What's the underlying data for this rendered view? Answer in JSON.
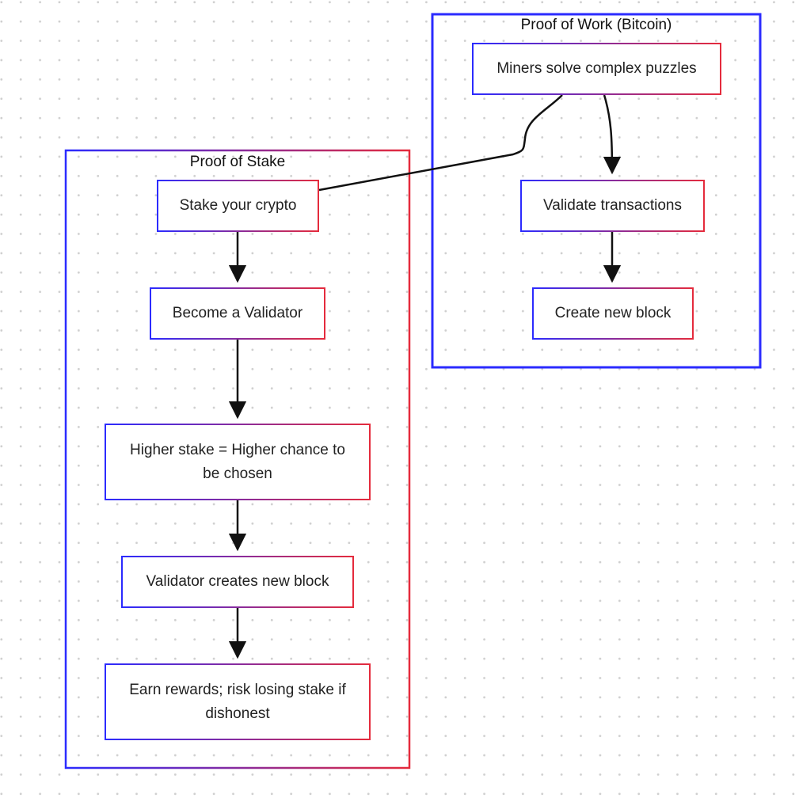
{
  "diagram": {
    "groups": {
      "pow": {
        "title": "Proof of Work (Bitcoin)"
      },
      "pos": {
        "title": "Proof of Stake"
      }
    },
    "nodes": {
      "miners": "Miners solve complex puzzles",
      "validate_tx": "Validate transactions",
      "create_block": "Create new block",
      "stake": "Stake your crypto",
      "become_validator": "Become a Validator",
      "higher_stake": "Higher stake = Higher chance to be chosen",
      "validator_creates": "Validator creates new block",
      "earn_rewards": "Earn rewards; risk losing stake if dishonest"
    },
    "edges": [
      {
        "from": "miners",
        "to": "validate_tx"
      },
      {
        "from": "validate_tx",
        "to": "create_block"
      },
      {
        "from": "miners",
        "to": "stake",
        "arrowhead": false
      },
      {
        "from": "stake",
        "to": "become_validator"
      },
      {
        "from": "become_validator",
        "to": "higher_stake"
      },
      {
        "from": "higher_stake",
        "to": "validator_creates"
      },
      {
        "from": "validator_creates",
        "to": "earn_rewards"
      }
    ],
    "colors": {
      "gradient_start": "#2b2bff",
      "gradient_end": "#e52b3c",
      "edge": "#111111"
    }
  }
}
